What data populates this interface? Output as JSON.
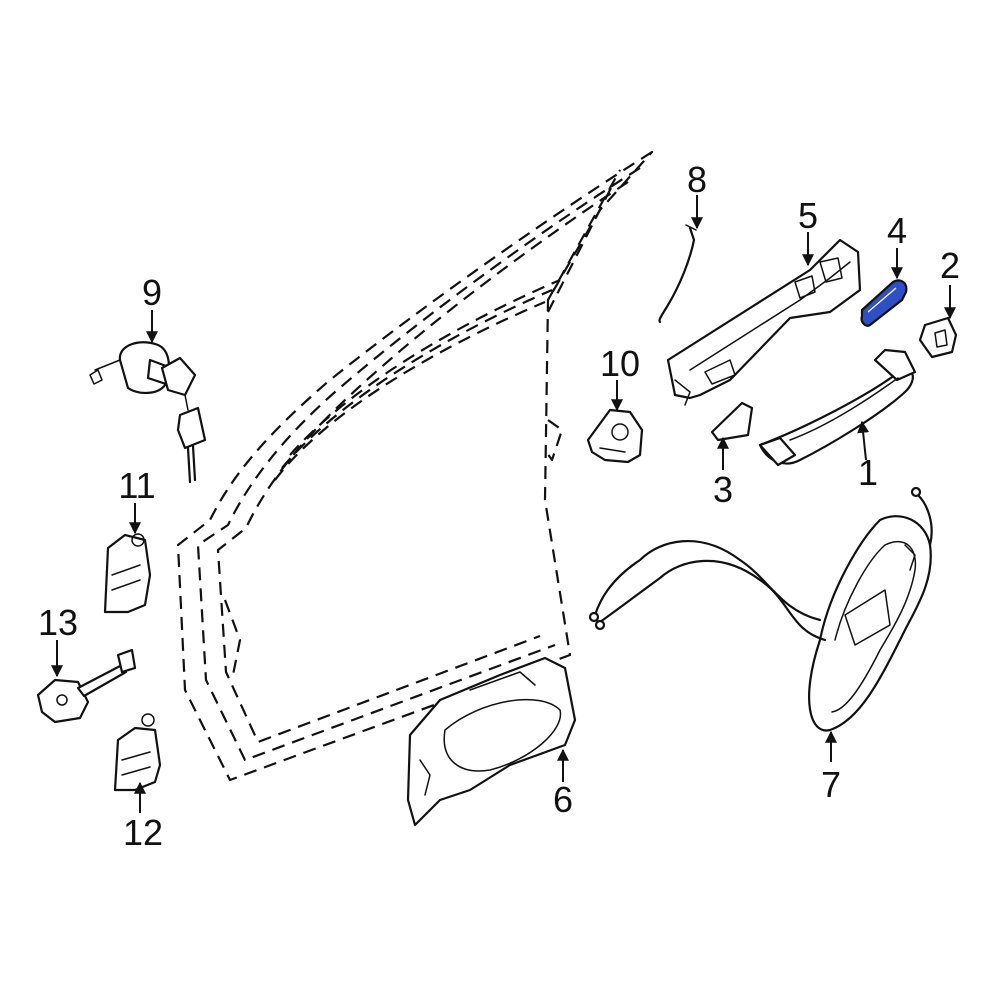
{
  "highlight_color": "#2f4fc4",
  "callouts": [
    {
      "id": "1",
      "label": "1"
    },
    {
      "id": "2",
      "label": "2"
    },
    {
      "id": "3",
      "label": "3"
    },
    {
      "id": "4",
      "label": "4"
    },
    {
      "id": "5",
      "label": "5"
    },
    {
      "id": "6",
      "label": "6"
    },
    {
      "id": "7",
      "label": "7"
    },
    {
      "id": "8",
      "label": "8"
    },
    {
      "id": "9",
      "label": "9"
    },
    {
      "id": "10",
      "label": "10"
    },
    {
      "id": "11",
      "label": "11"
    },
    {
      "id": "12",
      "label": "12"
    },
    {
      "id": "13",
      "label": "13"
    }
  ],
  "highlighted_part": "4"
}
